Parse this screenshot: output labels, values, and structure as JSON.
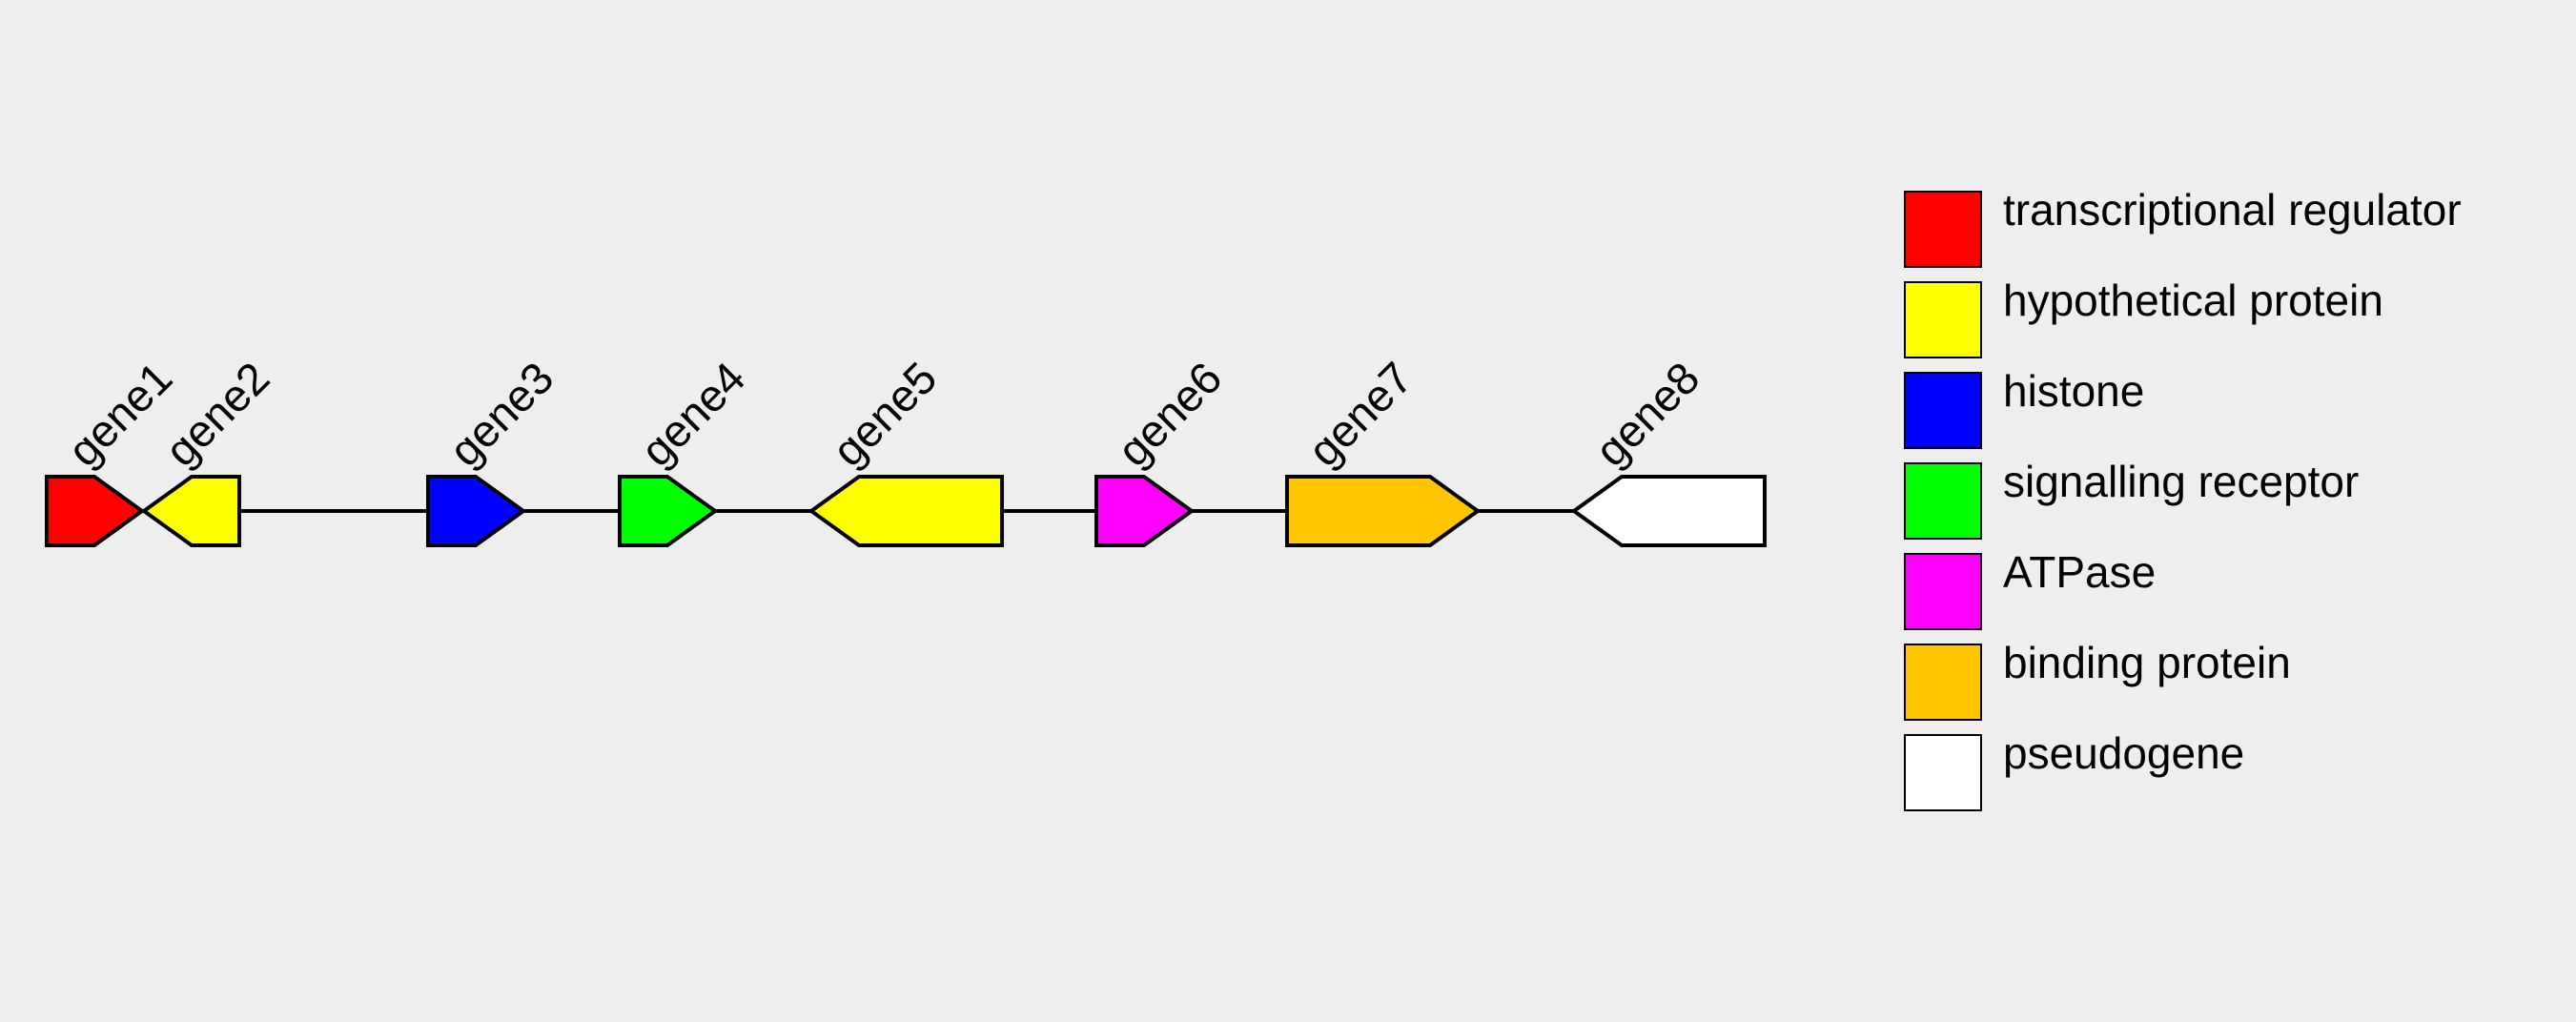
{
  "genes": [
    {
      "name": "gene1",
      "strand": "+",
      "function": "transcriptional regulator"
    },
    {
      "name": "gene2",
      "strand": "-",
      "function": "hypothetical protein"
    },
    {
      "name": "gene3",
      "strand": "+",
      "function": "histone"
    },
    {
      "name": "gene4",
      "strand": "+",
      "function": "signalling receptor"
    },
    {
      "name": "gene5",
      "strand": "-",
      "function": "hypothetical protein"
    },
    {
      "name": "gene6",
      "strand": "+",
      "function": "ATPase"
    },
    {
      "name": "gene7",
      "strand": "+",
      "function": "binding protein"
    },
    {
      "name": "gene8",
      "strand": "-",
      "function": "pseudogene"
    }
  ],
  "legend": [
    {
      "label": "transcriptional regulator",
      "color": "#ff0000"
    },
    {
      "label": "hypothetical protein",
      "color": "#ffff00"
    },
    {
      "label": "histone",
      "color": "#0000ff"
    },
    {
      "label": "signalling receptor",
      "color": "#00ff00"
    },
    {
      "label": "ATPase",
      "color": "#ff00ff"
    },
    {
      "label": "binding protein",
      "color": "#ffc600"
    },
    {
      "label": "pseudogene",
      "color": "#ffffff"
    }
  ]
}
